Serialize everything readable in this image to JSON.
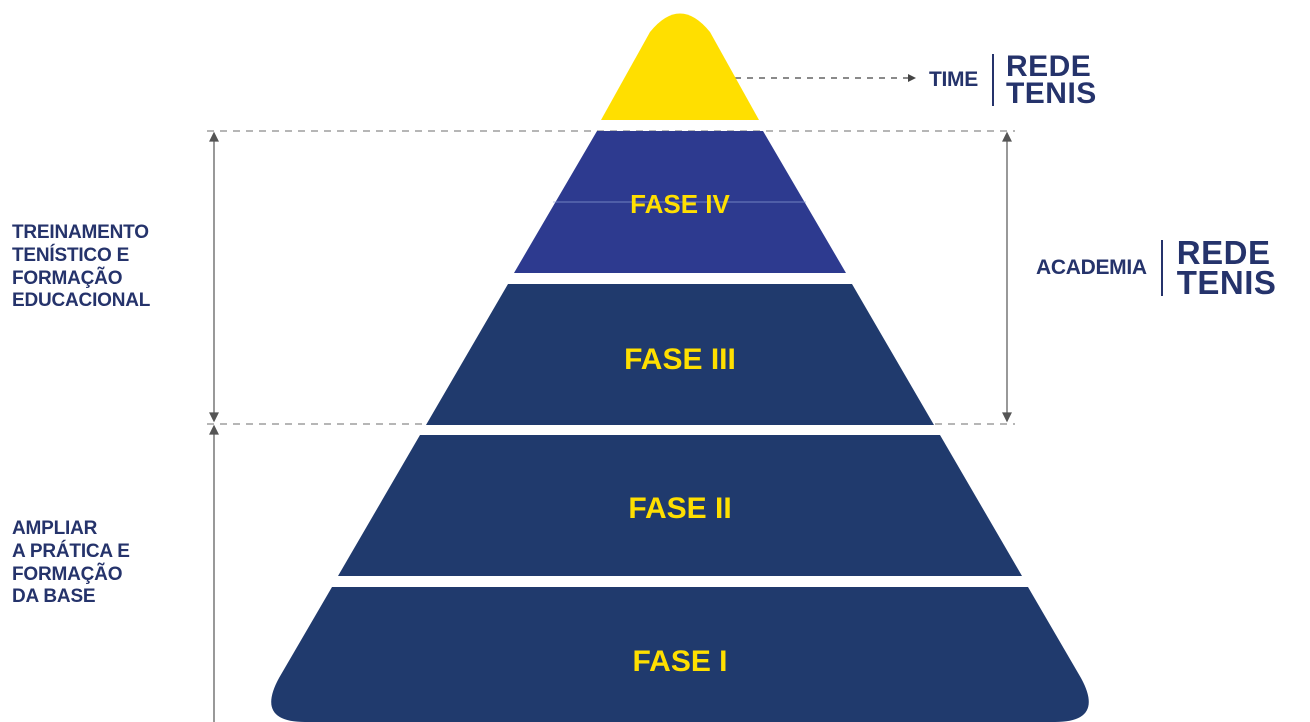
{
  "pyramid": {
    "apex_color": "#ffdf00",
    "tier_color": "#203a6d",
    "top_tier_color": "#2d3a8f",
    "label_color": "#ffdf00",
    "tiers": [
      {
        "label": "FASE IV"
      },
      {
        "label": "FASE III"
      },
      {
        "label": "FASE II"
      },
      {
        "label": "FASE I"
      }
    ]
  },
  "left_groups": [
    {
      "lines": [
        "TREINAMENTO",
        "TENÍSTICO E",
        "FORMAÇÃO",
        "EDUCACIONAL"
      ]
    },
    {
      "lines": [
        "AMPLIAR",
        "A PRÁTICA E",
        "FORMAÇÃO",
        "DA BASE"
      ]
    }
  ],
  "right_labels": {
    "time": {
      "name": "TIME",
      "logo_line1": "REDE",
      "logo_line2": "TENIS"
    },
    "academia": {
      "name": "ACADEMIA",
      "logo_line1": "REDE",
      "logo_line2": "TENIS"
    }
  },
  "colors": {
    "text": "#25336b",
    "dash": "#8a8a8a"
  }
}
